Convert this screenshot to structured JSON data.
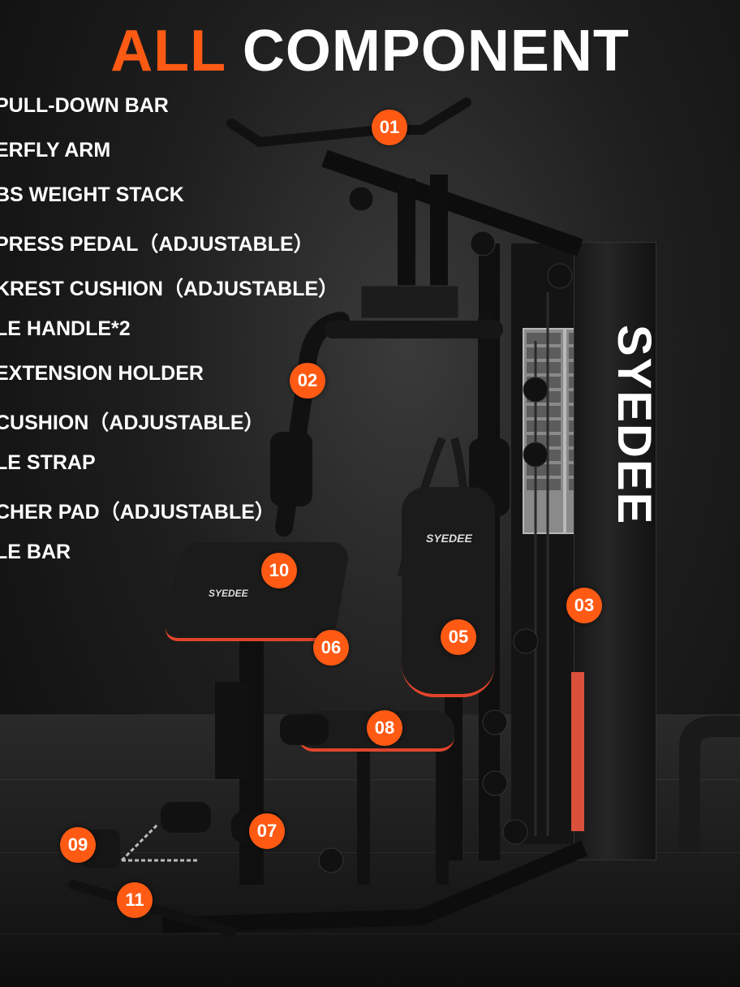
{
  "title": {
    "accent": "ALL",
    "main": "COMPONENT"
  },
  "legend": [
    "PULL-DOWN BAR",
    "ERFLY ARM",
    "BS WEIGHT STACK",
    "PRESS PEDAL（ADJUSTABLE）",
    "KREST CUSHION（ADJUSTABLE）",
    "LE HANDLE*2",
    "EXTENSION HOLDER",
    " CUSHION（ADJUSTABLE）",
    "LE STRAP",
    "CHER PAD（ADJUSTABLE）",
    "LE BAR"
  ],
  "badges": [
    "01",
    "02",
    "03",
    "05",
    "06",
    "07",
    "08",
    "09",
    "10",
    "11"
  ],
  "brand": "SYEDEE",
  "pad_brand": "SYEDEE",
  "accent_color": "#ff5a14"
}
